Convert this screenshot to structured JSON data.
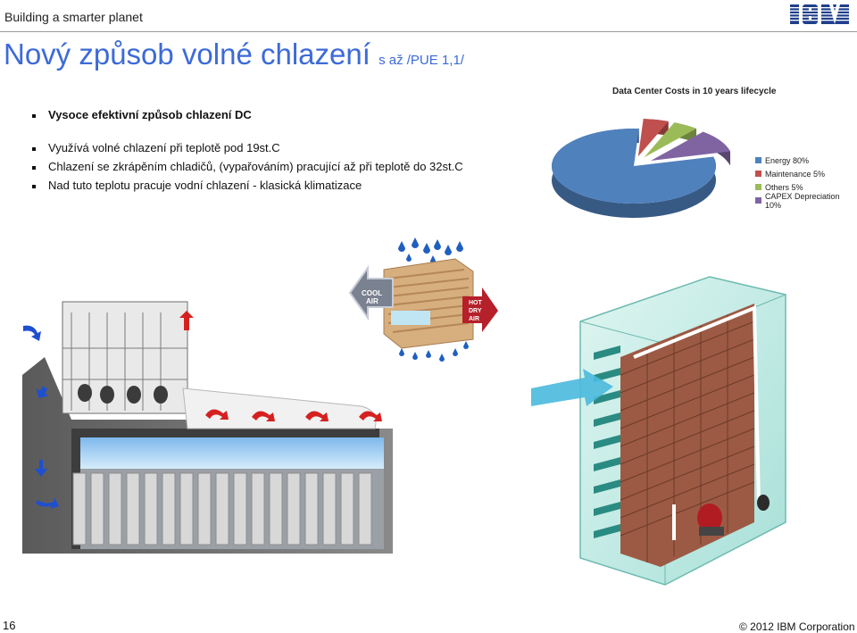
{
  "header": {
    "brand_text": "Building a smarter planet",
    "logo": "IBM"
  },
  "slide": {
    "title": "Nový způsob volné chlazení",
    "subtitle": "s až  /PUE 1,1/",
    "bullet_main": "Vysoce efektivní způsob chlazení DC",
    "bullets": [
      "Využívá volné chlazení při teplotě pod 19st.C",
      "Chlazení se zkrápěním chladičů, (vypařováním) pracující až při teplotě do 32st.C",
      "Nad tuto teplotu pracuje vodní chlazení - klasická klimatizace"
    ]
  },
  "diagram": {
    "cool_air_label_1": "COOL",
    "cool_air_label_2": "AIR",
    "hot_air_label_1": "HOT",
    "hot_air_label_2": "DRY",
    "hot_air_label_3": "AIR"
  },
  "chart_data": {
    "type": "pie",
    "title": "Data Center Costs in 10 years lifecycle",
    "categories": [
      "Energy 80%",
      "Maintenance 5%",
      "Others 5%",
      "CAPEX Depreciation 10%"
    ],
    "values": [
      80,
      5,
      5,
      10
    ],
    "colors": [
      "#4f81bd",
      "#c0504d",
      "#9bbb59",
      "#8064a2"
    ],
    "legend_position": "right"
  },
  "footer": {
    "page_number": "16",
    "copyright": "© 2012 IBM Corporation"
  }
}
